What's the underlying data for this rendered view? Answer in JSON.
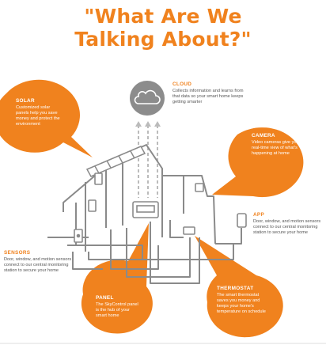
{
  "title": {
    "line1": "\"What Are We",
    "line2": "Talking About?\""
  },
  "callouts": {
    "solar": {
      "heading": "SOLAR",
      "body": "Customized solar panels help you save money and protect the environment"
    },
    "cloud": {
      "heading": "CLOUD",
      "body": "Collects information and learns from that data so your smart home keeps getting smarter"
    },
    "camera": {
      "heading": "CAMERA",
      "body": "Video cameras give you a real-time view of what's happening at home"
    },
    "app": {
      "heading": "APP",
      "body": "Door, window, and motion sensors  connect to our central monitoring station to secure your home"
    },
    "sensors": {
      "heading": "SENSORS",
      "body": "Door, window, and motion sensors  connect to our central monitoring station to secure your home"
    },
    "panel": {
      "heading": "PANEL",
      "body": "The SkyControl panel is the hub of your smart home"
    },
    "thermostat": {
      "heading": "THERMOSTAT",
      "body": "The smart thermostat saves you money and keeps your home's temperature on schedule"
    }
  },
  "colors": {
    "accent": "#f0821e",
    "line": "#8a8a8a",
    "cloud": "#8c8c8c"
  },
  "icons": [
    "cloud-icon",
    "sun-icon"
  ]
}
